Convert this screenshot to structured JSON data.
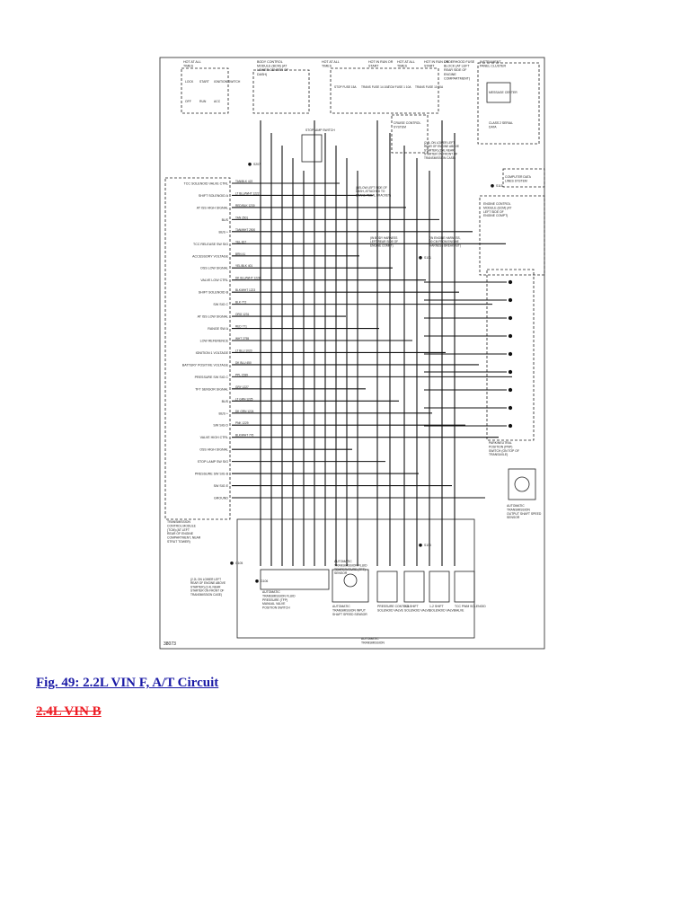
{
  "figure": {
    "caption": "Fig. 49: 2.2L VIN F, A/T Circuit",
    "subsection": "2.4L VIN B",
    "figure_number": "38073"
  },
  "diagram": {
    "top_labels": [
      "HOT AT ALL TIMES",
      "BODY CONTROL MODULE (BCM) (AT LOWER CENTER OF DASH)",
      "HOT AT ALL TIMES",
      "HOT IN RUN OR START",
      "HOT AT ALL TIMES",
      "HOT IN RUN OR START",
      "UNDERHOOD FUSE BLOCK (AT LEFT REAR SIDE OF ENGINE COMPARTMENT)",
      "INSTRUMENT PANEL CLUSTER"
    ],
    "fuses": [
      "STOP FUSE 15A",
      "TRANS FUSE 14 10A",
      "TCM FUSE 1 10A",
      "TRANS FUSE 10 10A"
    ],
    "switches": [
      "LOCK",
      "START",
      "IGNITION SWITCH",
      "OFF",
      "RUN",
      "ACC"
    ],
    "components": [
      "STOPLAMP SWITCH",
      "CRUISE CONTROL SYSTEM",
      "MESSAGE CENTER",
      "CLASS 2 SERIAL DATA",
      "COMPUTER DATA LINES SYSTEM",
      "ENGINE CONTROL MODULE (ECM) (AT LEFT SIDE OF ENGINE COMPT)",
      "PARK/NEUTRAL POSITION (PNP) SWITCH (ON TOP OF TRANSAXLE)",
      "AUTOMATIC TRANSMISSION OUTPUT SHAFT SPEED SENSOR",
      "TRANSMISSION CONTROL MODULE (TCM) (AT LEFT REAR OF ENGINE COMPARTMENT, NEAR STRUT TOWER)",
      "AUTOMATIC TRANSMISSION FLUID TEMPERATURE (TFT) SENSOR",
      "AUTOMATIC TRANSMISSION INPUT SHAFT SPEED SENSOR",
      "PRESSURE CONTROL SOLENOID VALVE",
      "2-3 SHIFT SOLENOID VALVE",
      "1-2 SHIFT SOLENOID VALVE",
      "TCC PWM SOLENOID VALVE",
      "AUTOMATIC TRANSMISSION FLUID PRESSURE (TFP) MANUAL VALVE POSITION SWITCH",
      "AUTOMATIC TRANSMISSION"
    ],
    "notes": [
      "(2.2L ON LOWER LEFT REAR OF ENGINE ABOVE STARTER) (2.4L NEAR STARTER ON FRONT OF TRANSMISSION CASE)",
      "(BELOW LEFT SIDE OF DASH, ATTACHED TO BRAKE PEDAL BRACKET)",
      "(IN BODY HARNESS LEFT REAR SIDE OF ENGINE COMPT)",
      "(IN ENGINE HARNESS, 50 CM FROM ENGINE HARNESS BREAKOUT)",
      "(2.2L ON LOWER LEFT REAR OF ENGINE ABOVE STARTER) (2.4L NEAR STARTER ON FRONT OF TRANSMISSION CASE)"
    ],
    "tcm_pins": [
      "TCC SOLENOID VALVE CTRL",
      "SHIFT SOLENOID A",
      "AT ISS HIGH SIGNAL",
      "BUS",
      "BUS +",
      "TCC RELEASE SW SIG",
      "ACCESSORY VOLTAGE",
      "OSS LOW SIGNAL",
      "VALVE LOW CTRL",
      "SHIFT SOLENOID B",
      "SW SIG C",
      "AT ISS LOW SIGNAL",
      "RANGE SW A",
      "LOW REFERENCE",
      "IGNITION 1 VOLTAGE",
      "BATTERY POSITIVE VOLTAGE",
      "PRESSURE SW SIG C",
      "TFT SENSOR SIGNAL",
      "BUS",
      "BUS +",
      "SW SIG D",
      "VALVE HIGH CTRL",
      "OSS HIGH SIGNAL",
      "STOP LAMP SW SIG",
      "PRESSURE SW SIG B",
      "SW SIG E",
      "GROUND"
    ],
    "wire_codes": [
      "TAN/BLK",
      "LT BLU/WHT",
      "RED/BLK",
      "TAN",
      "TAN/WHT",
      "YEL",
      "BRN",
      "YEL/BLK",
      "DK BLU/WHT",
      "BLK/WHT",
      "BLK",
      "ORG",
      "RED",
      "WHT",
      "LT BLU",
      "DK BLU",
      "PPL",
      "GRY",
      "LT GRN",
      "DK GRN",
      "PNK",
      "BLK/WHT"
    ],
    "circuit_numbers": [
      "422",
      "1222",
      "1230",
      "2501",
      "2500",
      "817",
      "41",
      "401",
      "1228",
      "1223",
      "772",
      "1231",
      "771",
      "2755",
      "1020",
      "450",
      "1539",
      "1227",
      "1225",
      "1224",
      "1229",
      "776",
      "420",
      "1222",
      "773"
    ],
    "splices": [
      "S101",
      "S105",
      "S207",
      "S115",
      "G105",
      "G106"
    ]
  }
}
